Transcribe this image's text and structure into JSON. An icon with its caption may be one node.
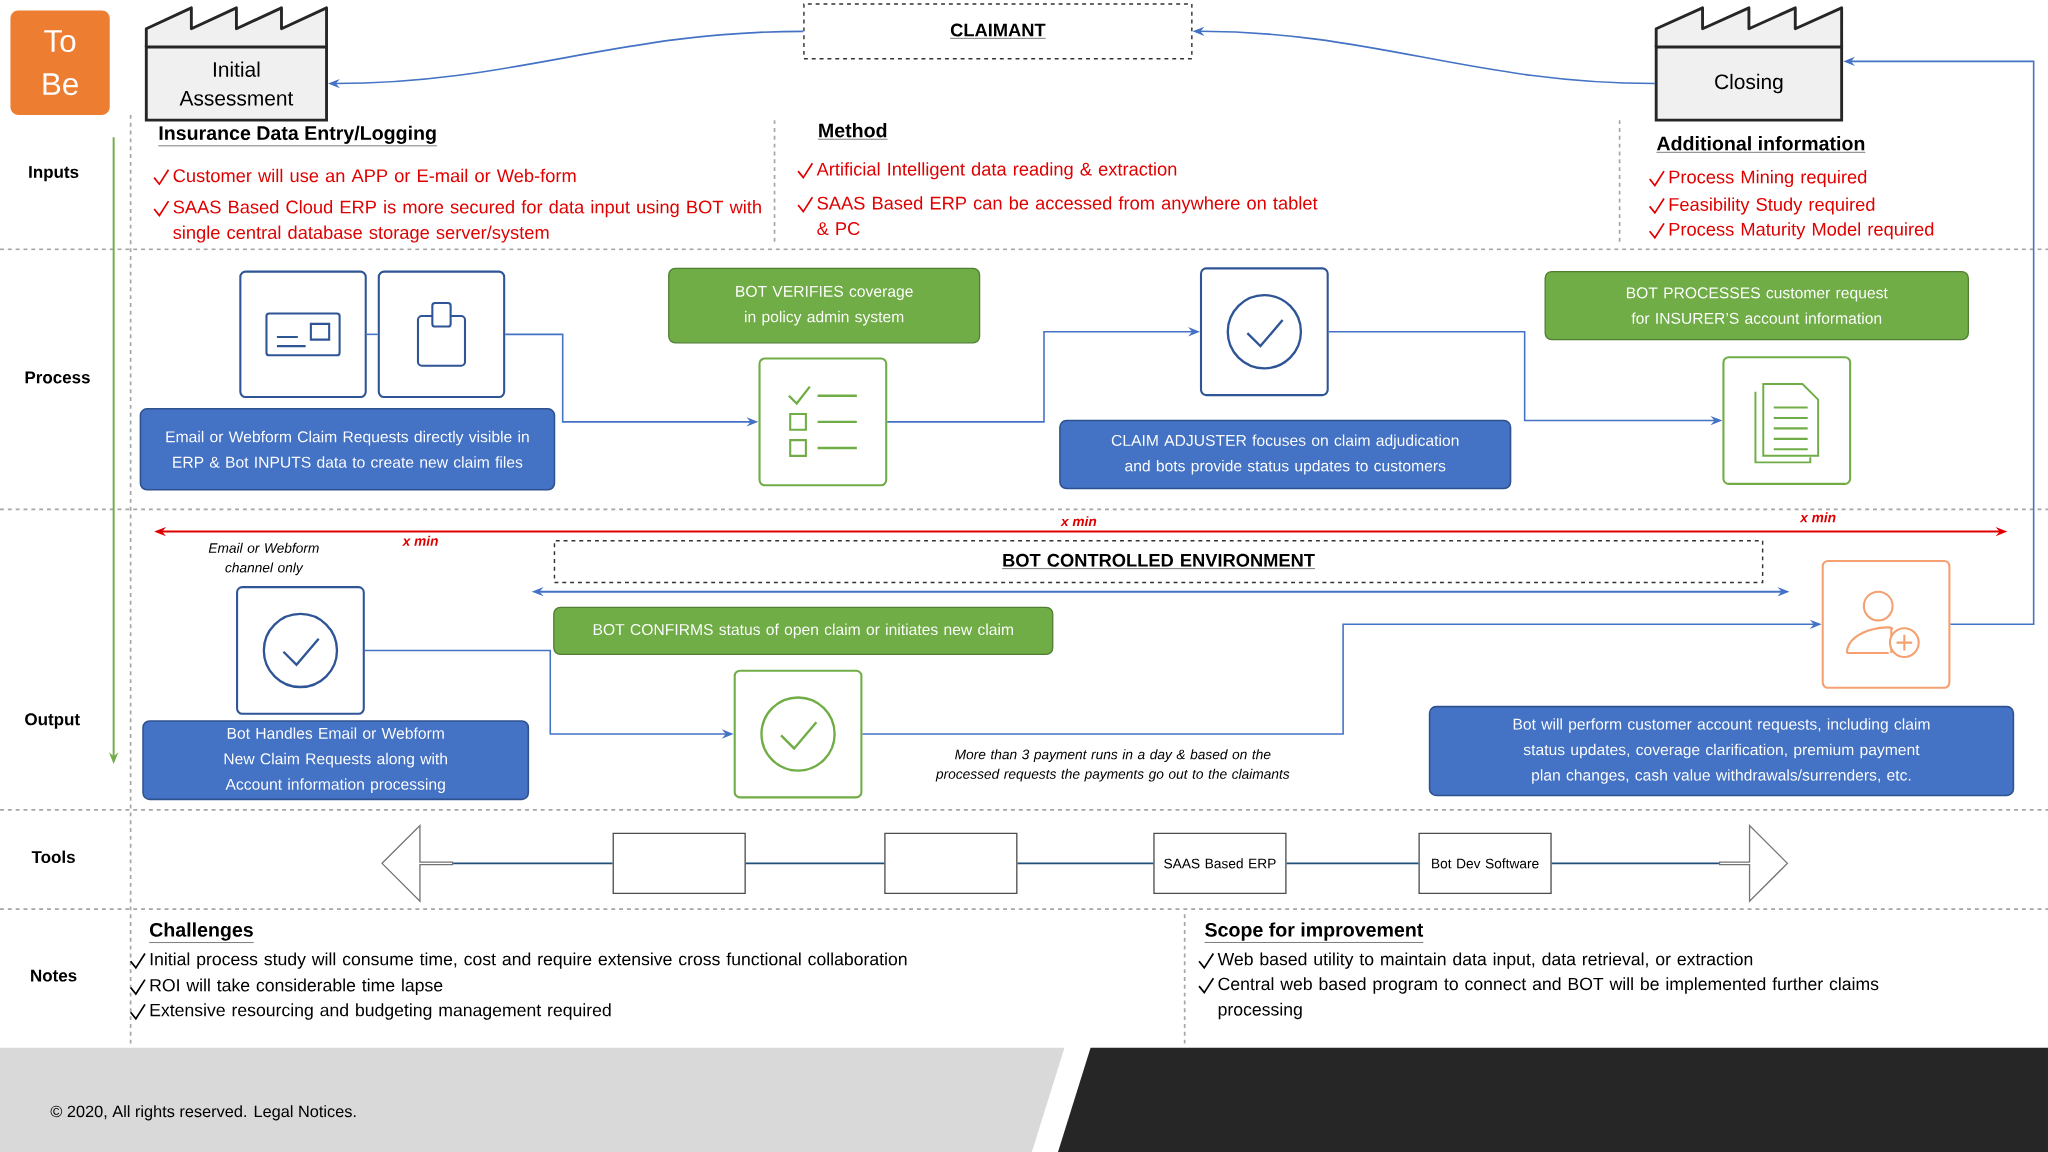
{
  "diagram": {
    "nodes": [
      {
        "text": [
          "To Be"
        ]
      },
      {
        "text": [
          "Initial Assessment"
        ]
      },
      {
        "text": [
          "CLAIMANT"
        ]
      },
      {
        "text": [
          "Closing"
        ]
      },
      {
        "text": [],
        "shape": "box"
      },
      {
        "text": [],
        "shape": "box"
      },
      {
        "text": [
          "Email or Webform Claim Requests directly visible in ERP & Bot INPUTS data to create new claim files"
        ]
      },
      {
        "text": [
          "BOT VERIFIES coverage in policy admin system"
        ]
      },
      {
        "text": [],
        "shape": "box"
      },
      {
        "text": [],
        "shape": "box"
      },
      {
        "text": [
          "CLAIM ADJUSTER focuses on claim adjudication and bots provide status updates to customers"
        ]
      },
      {
        "text": [
          "BOT PROCESSES customer request for INSURER’S account information"
        ]
      },
      {
        "text": [],
        "shape": "box"
      },
      {
        "text": [],
        "shape": "box"
      },
      {
        "text": [
          "Bot Handles Email or Webform New Claim Requests along with Account information processing"
        ]
      },
      {
        "text": [
          "BOT CONTROLLED ENVIRONMENT"
        ]
      },
      {
        "text": [
          "BOT CONFIRMS status of open claim or initiates new claim"
        ]
      },
      {
        "text": [],
        "shape": "box"
      },
      {
        "text": [],
        "shape": "box"
      },
      {
        "text": [
          "Bot will perform customer account requests, including claim status updates, coverage clarification, premium payment plan changes, cash value withdrawals/surrenders, etc."
        ]
      },
      {
        "text": [],
        "shape": "arrow"
      },
      {
        "text": [],
        "shape": "box"
      },
      {
        "text": [],
        "shape": "box"
      },
      {
        "text": [
          "SAAS Based ERP"
        ]
      },
      {
        "text": [
          "Bot Dev Software"
        ]
      },
      {
        "text": [],
        "shape": "arrow"
      }
    ],
    "edges": [
      {
        "from": 2,
        "to": 1,
        "arrow": "to"
      },
      {
        "from": 3,
        "to": 2,
        "arrow": "to"
      },
      {
        "from": 4,
        "to": 5,
        "arrow": "none"
      },
      {
        "from": 5,
        "to": 8,
        "arrow": "to"
      },
      {
        "from": 8,
        "to": 9,
        "arrow": "to"
      },
      {
        "from": 9,
        "to": 12,
        "arrow": "to"
      },
      {
        "from": 13,
        "to": 17,
        "arrow": "to"
      },
      {
        "from": 17,
        "to": 18,
        "arrow": "to"
      },
      {
        "from": 18,
        "to": 3,
        "arrow": "to"
      },
      {
        "from": 20,
        "to": 21,
        "arrow": "none",
        "color": "#1f4e79"
      },
      {
        "from": 21,
        "to": 22,
        "arrow": "none",
        "color": "#1f4e79"
      },
      {
        "from": 22,
        "to": 23,
        "arrow": "none",
        "color": "#1f4e79"
      },
      {
        "from": 23,
        "to": 24,
        "arrow": "none",
        "color": "#1f4e79"
      },
      {
        "from": 24,
        "to": 25,
        "arrow": "none",
        "color": "#1f4e79"
      }
    ],
    "labels": [
      "Inputs",
      "Insurance Data Entry/Logging",
      "Customer will use an APP or E-mail or Web-form",
      "SAAS Based Cloud ERP is more secured for data input using BOT with single central database storage server/system",
      "Method",
      "Artificial Intelligent data reading & extraction",
      "SAAS Based ERP can be accessed from anywhere on tablet & PC",
      "Additional information",
      "Process Mining required",
      "Feasibility Study required",
      "Process Maturity Model required",
      "Process",
      "x min",
      "x min",
      "Email or Webform channel only",
      "x min",
      "Output",
      "More than 3 payment runs in a day & based on the processed requests the payments go out to the claimants",
      "Tools",
      "Notes",
      "Challenges",
      "Initial process study will consume time, cost and require extensive cross functional collaboration",
      "ROI will take considerable time lapse",
      "Extensive resourcing and budgeting management required",
      "Scope for improvement",
      "Web based utility to maintain data input, data retrieval, or extraction",
      "Central web based program to connect and BOT will be implemented further claims processing",
      "© 2020, All rights reserved. Legal Notices."
    ]
  }
}
